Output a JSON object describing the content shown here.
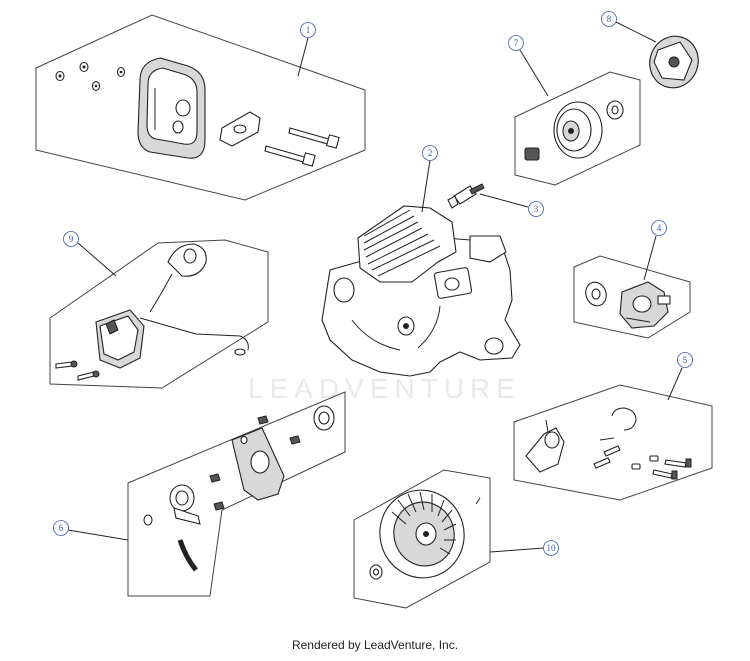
{
  "diagram": {
    "watermark": "LEADVENTURE",
    "footer": "Rendered by LeadVenture, Inc.",
    "callouts": [
      "1",
      "2",
      "3",
      "4",
      "5",
      "6",
      "7",
      "8",
      "9",
      "10"
    ],
    "colors": {
      "callout": "#3b5ea8",
      "line": "#222222",
      "panel_border": "#444444"
    }
  }
}
